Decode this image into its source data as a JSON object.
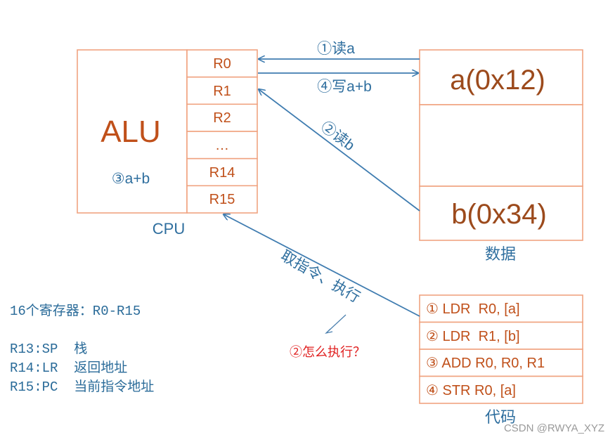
{
  "cpu": {
    "alu_label": "ALU",
    "op_label": "③a+b",
    "caption": "CPU",
    "registers": [
      "R0",
      "R1",
      "R2",
      "…",
      "R14",
      "R15"
    ]
  },
  "data_mem": {
    "cell_a": "a(0x12)",
    "cell_b": "b(0x34)",
    "caption": "数据"
  },
  "code_mem": {
    "lines": [
      "① LDR  R0, [a]",
      "② LDR  R1, [b]",
      "③ ADD R0, R0, R1",
      "④ STR R0, [a]"
    ],
    "caption": "代码"
  },
  "arrows": {
    "read_a": "①读a",
    "write_ab": "④写a+b",
    "read_b": "②读b",
    "fetch_exec": "取指令、执行"
  },
  "notes": {
    "heading": "16个寄存器：R0-R15",
    "lines": [
      "R13:SP  栈",
      "R14:LR  返回地址",
      "R15:PC  当前指令地址"
    ]
  },
  "question": "②怎么执行？",
  "watermark": "CSDN @RWYA_XYZ",
  "colors": {
    "box_border": "#f0a380",
    "text_orange": "#c0501a",
    "arrow_blue": "#3f7cb0",
    "red": "#e02020"
  }
}
